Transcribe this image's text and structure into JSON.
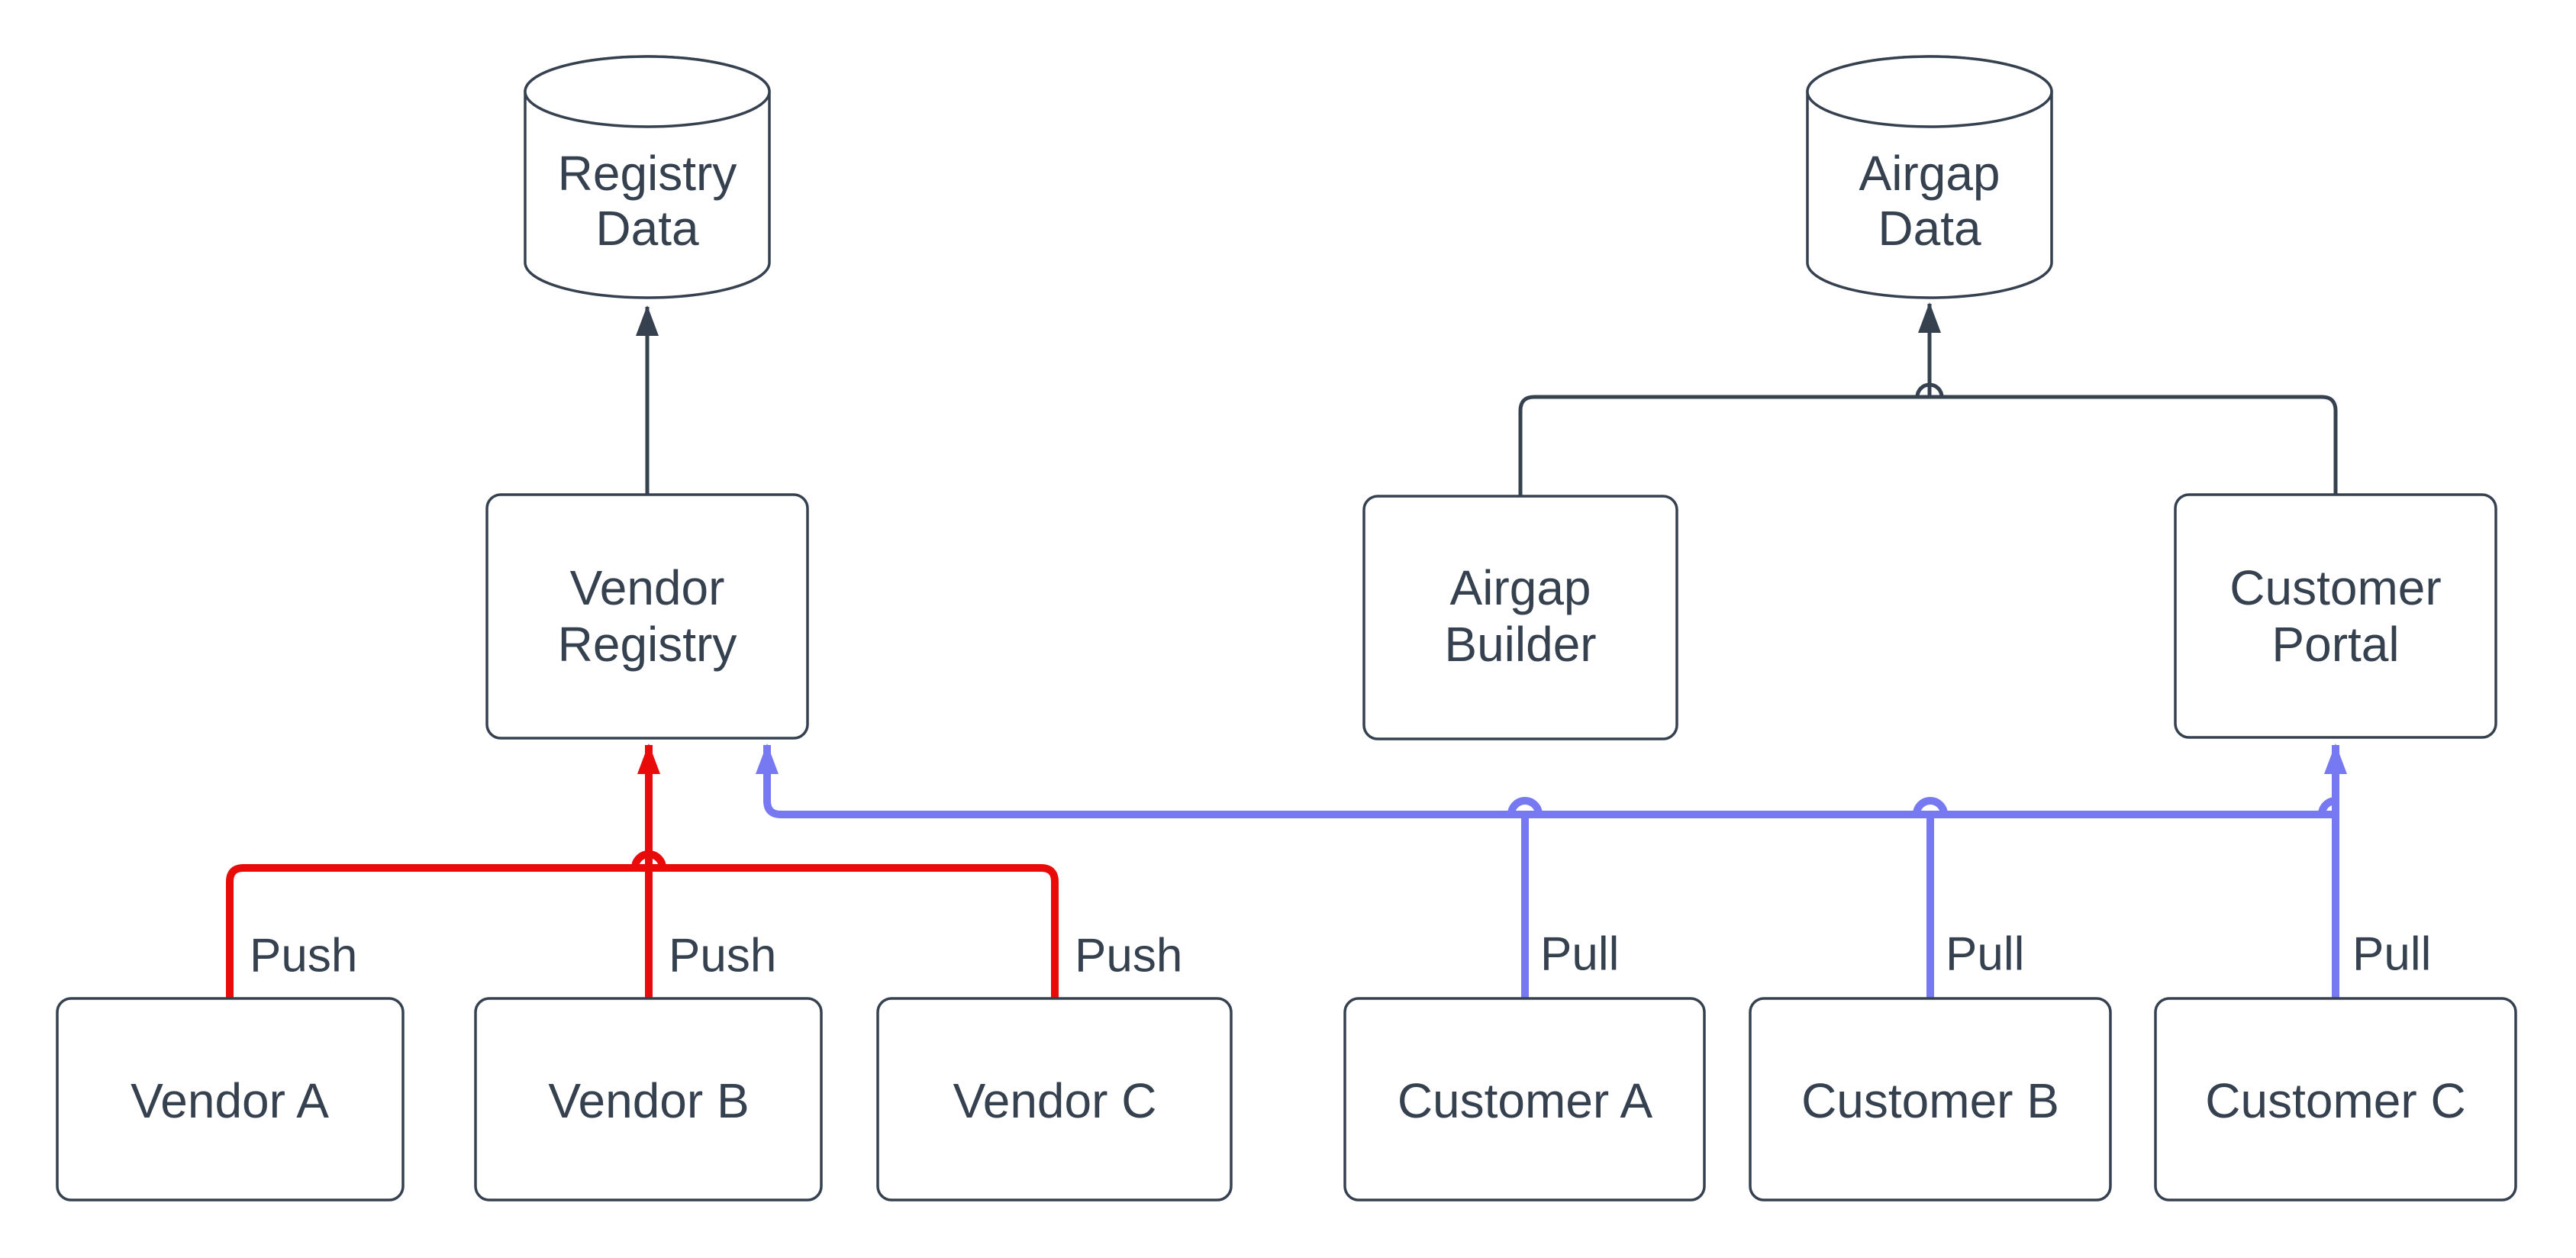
{
  "colors": {
    "ink": "#364150",
    "push": "#E90A0A",
    "pull": "#7779F2",
    "canvas": "#FFFFFF"
  },
  "nodes": {
    "registry_data": {
      "shape": "cylinder",
      "line1": "Registry",
      "line2": "Data"
    },
    "airgap_data": {
      "shape": "cylinder",
      "line1": "Airgap",
      "line2": "Data"
    },
    "vendor_registry": {
      "shape": "box",
      "line1": "Vendor",
      "line2": "Registry"
    },
    "airgap_builder": {
      "shape": "box",
      "line1": "Airgap",
      "line2": "Builder"
    },
    "customer_portal": {
      "shape": "box",
      "line1": "Customer",
      "line2": "Portal"
    },
    "vendor_a": {
      "shape": "box",
      "label": "Vendor A"
    },
    "vendor_b": {
      "shape": "box",
      "label": "Vendor B"
    },
    "vendor_c": {
      "shape": "box",
      "label": "Vendor C"
    },
    "customer_a": {
      "shape": "box",
      "label": "Customer A"
    },
    "customer_b": {
      "shape": "box",
      "label": "Customer B"
    },
    "customer_c": {
      "shape": "box",
      "label": "Customer C"
    }
  },
  "edge_labels": {
    "push": "Push",
    "pull": "Pull"
  },
  "edges": [
    {
      "from": "vendor_registry",
      "to": "registry_data",
      "color": "ink"
    },
    {
      "from": "airgap_builder",
      "to": "airgap_data",
      "color": "ink"
    },
    {
      "from": "customer_portal",
      "to": "airgap_data",
      "color": "ink"
    },
    {
      "from": "vendor_a",
      "to": "vendor_registry",
      "label": "Push",
      "color": "push"
    },
    {
      "from": "vendor_b",
      "to": "vendor_registry",
      "label": "Push",
      "color": "push"
    },
    {
      "from": "vendor_c",
      "to": "vendor_registry",
      "label": "Push",
      "color": "push"
    },
    {
      "from": "customer_a",
      "to": "vendor_registry",
      "label": "Pull",
      "color": "pull"
    },
    {
      "from": "customer_b",
      "to": "vendor_registry",
      "label": "Pull",
      "color": "pull"
    },
    {
      "from": "customer_c",
      "to": "customer_portal",
      "label": "Pull",
      "color": "pull"
    }
  ]
}
